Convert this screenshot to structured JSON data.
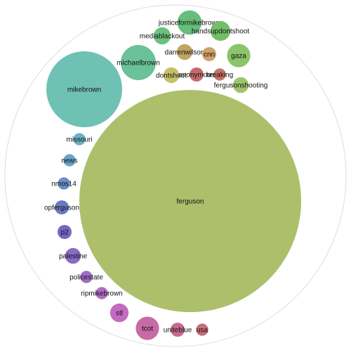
{
  "chart_data": {
    "type": "bubble",
    "title": "",
    "bubbles": [
      {
        "label": "ferguson",
        "value": 1000,
        "color": "#adbf6b"
      },
      {
        "label": "mikebrown",
        "value": 117,
        "color": "#6fc1b3"
      },
      {
        "label": "michaelbrown",
        "value": 25,
        "color": "#6bc198"
      },
      {
        "label": "justiceformikebrown",
        "value": 12,
        "color": "#67bd7b"
      },
      {
        "label": "handsupdontshoot",
        "value": 8,
        "color": "#72bf68"
      },
      {
        "label": "gaza",
        "value": 11,
        "color": "#8bc46a"
      },
      {
        "label": "mediablackout",
        "value": 6,
        "color": "#6dc07e"
      },
      {
        "label": "darrenwilson",
        "value": 5,
        "color": "#c2a562"
      },
      {
        "label": "cnn",
        "value": 4,
        "color": "#cfa26a"
      },
      {
        "label": "dontshoot",
        "value": 5,
        "color": "#c7c06b"
      },
      {
        "label": "anonymous",
        "value": 4,
        "color": "#c36a6e"
      },
      {
        "label": "breaking",
        "value": 3,
        "color": "#c7726b"
      },
      {
        "label": "fergusonshooting",
        "value": 5,
        "color": "#9dc46b"
      },
      {
        "label": "missouri",
        "value": 3,
        "color": "#6cb0c2"
      },
      {
        "label": "news",
        "value": 3,
        "color": "#6aa2c9"
      },
      {
        "label": "nmos14",
        "value": 3,
        "color": "#6a8ec9"
      },
      {
        "label": "opferguson",
        "value": 4,
        "color": "#6a79c4"
      },
      {
        "label": "p2",
        "value": 4,
        "color": "#7368c4"
      },
      {
        "label": "palestine",
        "value": 5,
        "color": "#8a6bc6"
      },
      {
        "label": "policestate",
        "value": 3,
        "color": "#a06cc6"
      },
      {
        "label": "ripmikebrown",
        "value": 3,
        "color": "#b26cc5"
      },
      {
        "label": "stl",
        "value": 7,
        "color": "#c26bc0"
      },
      {
        "label": "tcot",
        "value": 11,
        "color": "#c86aa5"
      },
      {
        "label": "uniteblue",
        "value": 4,
        "color": "#c66a91"
      },
      {
        "label": "usa",
        "value": 3,
        "color": "#c86b7a"
      }
    ]
  }
}
